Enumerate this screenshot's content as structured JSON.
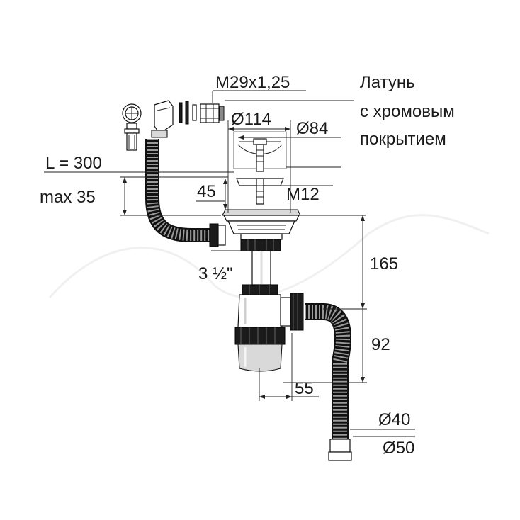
{
  "labels": {
    "thread": "M29x1,25",
    "material_line1": "Латунь",
    "material_line2": "с хромовым",
    "material_line3": "покрытием",
    "dia_outer": "Ø114",
    "dia_inner": "Ø84",
    "length": "L = 300",
    "max": "max 35",
    "height_45": "45",
    "bolt": "M12",
    "size": "3 ½\"",
    "height_165": "165",
    "height_92": "92",
    "offset_55": "55",
    "dia_40": "Ø40",
    "dia_50": "Ø50"
  }
}
